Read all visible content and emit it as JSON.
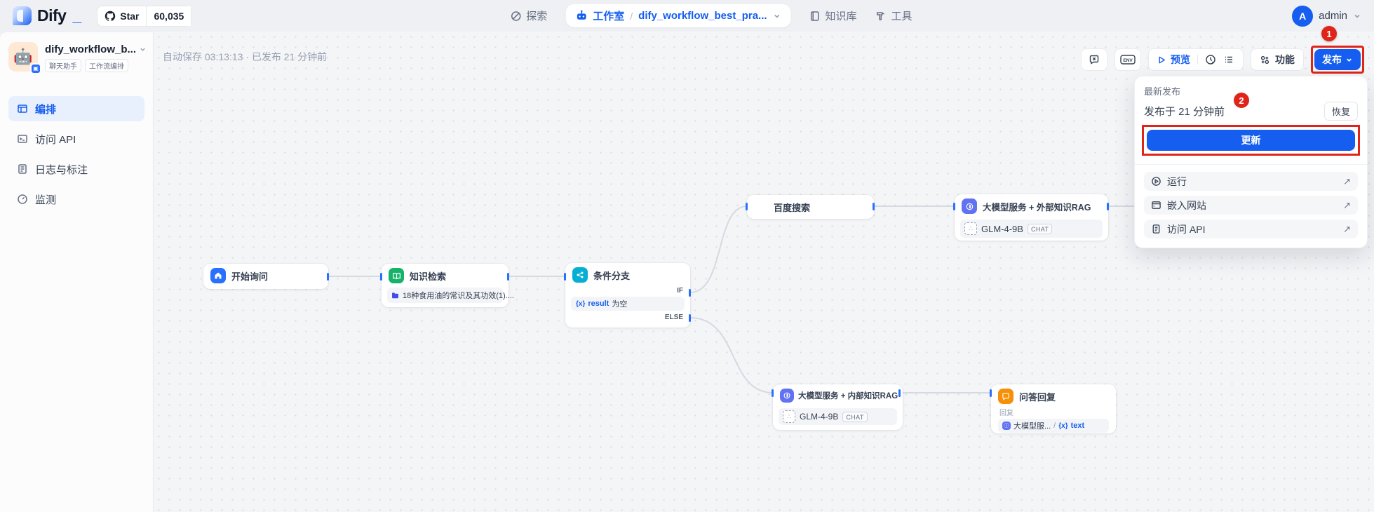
{
  "header": {
    "logo": {
      "text": "Dify",
      "underscore": "_"
    },
    "github": {
      "label": "Star",
      "count": "60,035"
    },
    "nav": {
      "explore": "探索",
      "studio": "工作室",
      "separator": "/",
      "app_name": "dify_workflow_best_pra...",
      "knowledge": "知识库",
      "tools": "工具"
    },
    "user": {
      "initial": "A",
      "name": "admin"
    }
  },
  "sidebar": {
    "app": {
      "emoji": "🤖",
      "name": "dify_workflow_b...",
      "tags": [
        "聊天助手",
        "工作流编排"
      ]
    },
    "items": [
      {
        "label": "编排"
      },
      {
        "label": "访问 API"
      },
      {
        "label": "日志与标注"
      },
      {
        "label": "监测"
      }
    ]
  },
  "canvas": {
    "autosave": "自动保存 03:13:13 · 已发布 21 分钟前",
    "toolbar": {
      "env": "ENV",
      "preview": "预览",
      "features": "功能",
      "publish": "发布"
    },
    "nodes": {
      "start": {
        "title": "开始询问"
      },
      "knowledge": {
        "title": "知识检索",
        "doc": "18种食用油的常识及其功效(1)...."
      },
      "ifelse": {
        "title": "条件分支",
        "if": "IF",
        "else": "ELSE",
        "var_icon": "{x}",
        "var": "result",
        "op": "为空"
      },
      "baidu": {
        "title": "百度搜索"
      },
      "llm_external": {
        "title": "大模型服务 + 外部知识RAG",
        "model": "GLM-4-9B",
        "mode": "CHAT"
      },
      "llm_internal": {
        "title": "大模型服务 + 内部知识RAG",
        "model": "GLM-4-9B",
        "mode": "CHAT"
      },
      "answer": {
        "title": "问答回复",
        "reply_label": "回复",
        "ref_node": "大模型服...",
        "separator": "/",
        "var_icon": "{x}",
        "ref_var": "text"
      }
    }
  },
  "publish_panel": {
    "latest_label": "最新发布",
    "published_time": "发布于 21 分钟前",
    "restore": "恢复",
    "update": "更新",
    "external_arrow": "↗",
    "menu": [
      {
        "label": "运行"
      },
      {
        "label": "嵌入网站"
      },
      {
        "label": "访问 API"
      }
    ]
  },
  "annotations": {
    "step1": "1",
    "step2": "2"
  },
  "colors": {
    "primary": "#155eef",
    "annotation_red": "#e02419",
    "node_start": "#2970ff",
    "node_knowledge": "#17b26a",
    "node_ifelse": "#06aed4",
    "node_llm": "#6172f3",
    "node_answer": "#f79009"
  }
}
